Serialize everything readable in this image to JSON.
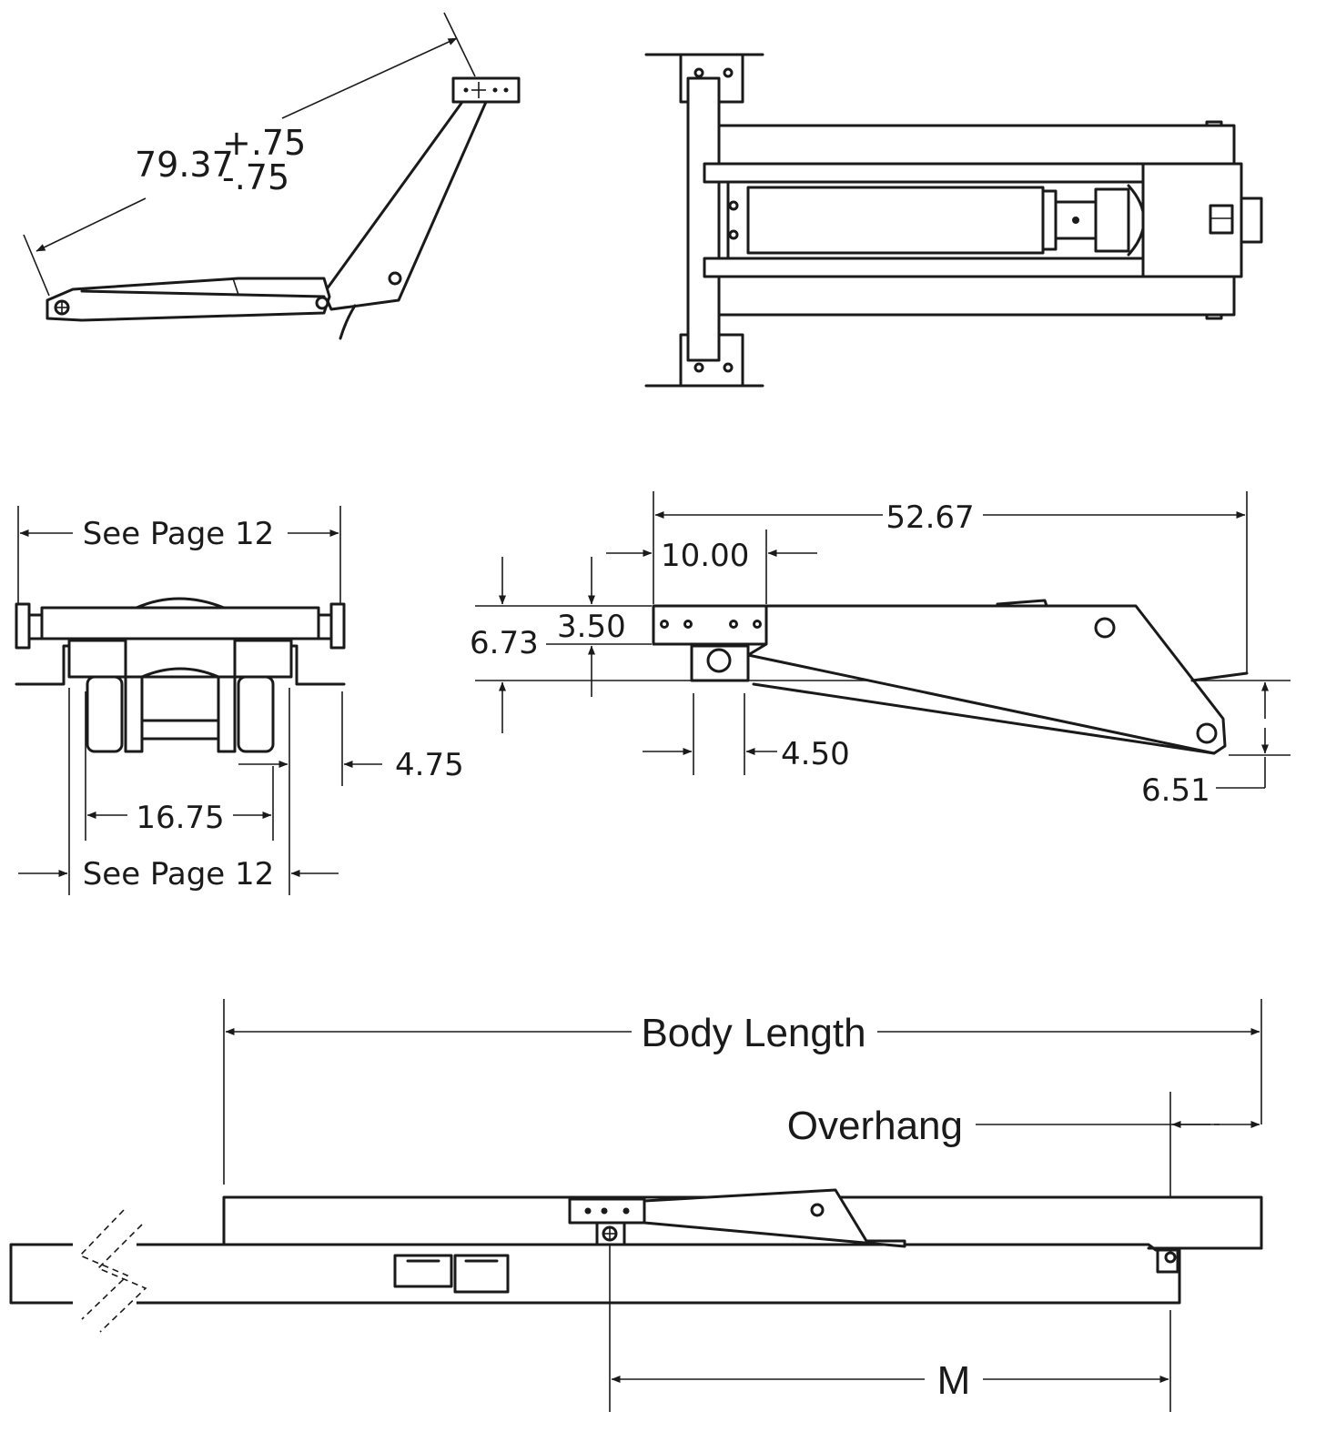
{
  "views": {
    "arm_side_open": {
      "length_value": "79.37",
      "tol_plus": "+.75",
      "tol_minus": "-.75"
    },
    "front_view": {
      "width_top": "See Page 12",
      "width_bottom": "See Page 12",
      "inner_width": "16.75",
      "offset": "4.75"
    },
    "arm_side_closed": {
      "overall_length": "52.67",
      "mount_length": "10.00",
      "height_total": "6.73",
      "height_mount": "3.50",
      "pivot_width": "4.50",
      "drop": "6.51"
    },
    "truck_side": {
      "body_length": "Body Length",
      "overhang": "Overhang",
      "m_dim": "M"
    }
  },
  "colors": {
    "line": "#1a1a1a",
    "background": "#ffffff"
  }
}
